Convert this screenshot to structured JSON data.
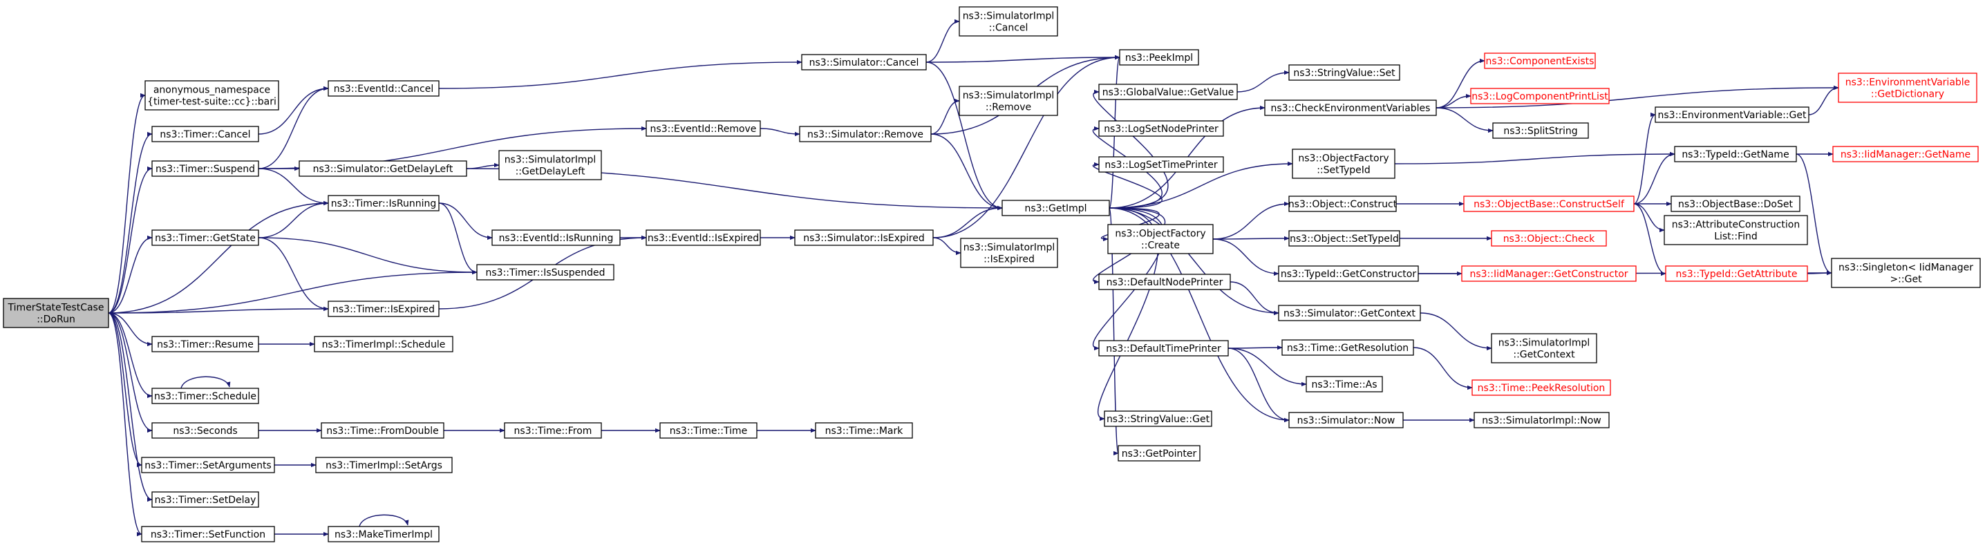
{
  "graph": {
    "edge_color": "#191970",
    "root_fill": "#bfbfbf",
    "truncated_color": "#ff0000",
    "nodes": [
      {
        "id": "root",
        "lines": [
          "TimerStateTestCase",
          "::DoRun"
        ],
        "style": "root"
      },
      {
        "id": "bari",
        "lines": [
          "anonymous_namespace",
          "{timer-test-suite::cc}::bari"
        ],
        "style": "normal"
      },
      {
        "id": "tcancel",
        "lines": [
          "ns3::Timer::Cancel"
        ],
        "style": "normal"
      },
      {
        "id": "tsuspend",
        "lines": [
          "ns3::Timer::Suspend"
        ],
        "style": "normal"
      },
      {
        "id": "tgetstate",
        "lines": [
          "ns3::Timer::GetState"
        ],
        "style": "normal"
      },
      {
        "id": "tresume",
        "lines": [
          "ns3::Timer::Resume"
        ],
        "style": "normal"
      },
      {
        "id": "tschedule",
        "lines": [
          "ns3::Timer::Schedule"
        ],
        "style": "normal"
      },
      {
        "id": "seconds",
        "lines": [
          "ns3::Seconds"
        ],
        "style": "normal"
      },
      {
        "id": "tsetargs",
        "lines": [
          "ns3::Timer::SetArguments"
        ],
        "style": "normal"
      },
      {
        "id": "tsetdelay",
        "lines": [
          "ns3::Timer::SetDelay"
        ],
        "style": "normal"
      },
      {
        "id": "tsetfunc",
        "lines": [
          "ns3::Timer::SetFunction"
        ],
        "style": "normal"
      },
      {
        "id": "evcancel",
        "lines": [
          "ns3::EventId::Cancel"
        ],
        "style": "normal"
      },
      {
        "id": "simgetdelay",
        "lines": [
          "ns3::Simulator::GetDelayLeft"
        ],
        "style": "normal"
      },
      {
        "id": "tisrunning",
        "lines": [
          "ns3::Timer::IsRunning"
        ],
        "style": "normal"
      },
      {
        "id": "tissusp",
        "lines": [
          "ns3::Timer::IsSuspended"
        ],
        "style": "normal"
      },
      {
        "id": "tisexp",
        "lines": [
          "ns3::Timer::IsExpired"
        ],
        "style": "normal"
      },
      {
        "id": "timplsched",
        "lines": [
          "ns3::TimerImpl::Schedule"
        ],
        "style": "normal"
      },
      {
        "id": "fromdouble",
        "lines": [
          "ns3::Time::FromDouble"
        ],
        "style": "normal"
      },
      {
        "id": "timplargs",
        "lines": [
          "ns3::TimerImpl::SetArgs"
        ],
        "style": "normal"
      },
      {
        "id": "maketimer",
        "lines": [
          "ns3::MakeTimerImpl"
        ],
        "style": "normal"
      },
      {
        "id": "evremove",
        "lines": [
          "ns3::EventId::Remove"
        ],
        "style": "normal"
      },
      {
        "id": "simimpldelay",
        "lines": [
          "ns3::SimulatorImpl",
          "::GetDelayLeft"
        ],
        "style": "normal"
      },
      {
        "id": "evisrunning",
        "lines": [
          "ns3::EventId::IsRunning"
        ],
        "style": "normal"
      },
      {
        "id": "evisexp",
        "lines": [
          "ns3::EventId::IsExpired"
        ],
        "style": "normal"
      },
      {
        "id": "timefrom",
        "lines": [
          "ns3::Time::From"
        ],
        "style": "normal"
      },
      {
        "id": "timetime",
        "lines": [
          "ns3::Time::Time"
        ],
        "style": "normal"
      },
      {
        "id": "timemark",
        "lines": [
          "ns3::Time::Mark"
        ],
        "style": "normal"
      },
      {
        "id": "simcancel",
        "lines": [
          "ns3::Simulator::Cancel"
        ],
        "style": "normal"
      },
      {
        "id": "simremove",
        "lines": [
          "ns3::Simulator::Remove"
        ],
        "style": "normal"
      },
      {
        "id": "simisexp",
        "lines": [
          "ns3::Simulator::IsExpired"
        ],
        "style": "normal"
      },
      {
        "id": "simimplcancel",
        "lines": [
          "ns3::SimulatorImpl",
          "::Cancel"
        ],
        "style": "normal"
      },
      {
        "id": "simimplremove",
        "lines": [
          "ns3::SimulatorImpl",
          "::Remove"
        ],
        "style": "normal"
      },
      {
        "id": "simimplisexp",
        "lines": [
          "ns3::SimulatorImpl",
          "::IsExpired"
        ],
        "style": "normal"
      },
      {
        "id": "getimpl",
        "lines": [
          "ns3::GetImpl"
        ],
        "style": "normal"
      },
      {
        "id": "peekimpl",
        "lines": [
          "ns3::PeekImpl"
        ],
        "style": "normal"
      },
      {
        "id": "gvgetvalue",
        "lines": [
          "ns3::GlobalValue::GetValue"
        ],
        "style": "normal"
      },
      {
        "id": "lognode",
        "lines": [
          "ns3::LogSetNodePrinter"
        ],
        "style": "normal"
      },
      {
        "id": "logtime",
        "lines": [
          "ns3::LogSetTimePrinter"
        ],
        "style": "normal"
      },
      {
        "id": "ofcreate",
        "lines": [
          "ns3::ObjectFactory",
          "::Create"
        ],
        "style": "normal"
      },
      {
        "id": "defnode",
        "lines": [
          "ns3::DefaultNodePrinter"
        ],
        "style": "normal"
      },
      {
        "id": "deftime",
        "lines": [
          "ns3::DefaultTimePrinter"
        ],
        "style": "normal"
      },
      {
        "id": "svget",
        "lines": [
          "ns3::StringValue::Get"
        ],
        "style": "normal"
      },
      {
        "id": "getpointer",
        "lines": [
          "ns3::GetPointer"
        ],
        "style": "normal"
      },
      {
        "id": "svset",
        "lines": [
          "ns3::StringValue::Set"
        ],
        "style": "normal"
      },
      {
        "id": "checkenv",
        "lines": [
          "ns3::CheckEnvironmentVariables"
        ],
        "style": "normal"
      },
      {
        "id": "oftypeid",
        "lines": [
          "ns3::ObjectFactory",
          "::SetTypeId"
        ],
        "style": "normal"
      },
      {
        "id": "objconstruct",
        "lines": [
          "ns3::Object::Construct"
        ],
        "style": "normal"
      },
      {
        "id": "objsettypeid",
        "lines": [
          "ns3::Object::SetTypeId"
        ],
        "style": "normal"
      },
      {
        "id": "tidgetctor",
        "lines": [
          "ns3::TypeId::GetConstructor"
        ],
        "style": "normal"
      },
      {
        "id": "simgetctx",
        "lines": [
          "ns3::Simulator::GetContext"
        ],
        "style": "normal"
      },
      {
        "id": "timegetres",
        "lines": [
          "ns3::Time::GetResolution"
        ],
        "style": "normal"
      },
      {
        "id": "timeas",
        "lines": [
          "ns3::Time::As"
        ],
        "style": "normal"
      },
      {
        "id": "simnow",
        "lines": [
          "ns3::Simulator::Now"
        ],
        "style": "normal"
      },
      {
        "id": "compexists",
        "lines": [
          "ns3::ComponentExists"
        ],
        "style": "truncated"
      },
      {
        "id": "logprintlist",
        "lines": [
          "ns3::LogComponentPrintList"
        ],
        "style": "truncated"
      },
      {
        "id": "splitstring",
        "lines": [
          "ns3::SplitString"
        ],
        "style": "normal"
      },
      {
        "id": "obconstructself",
        "lines": [
          "ns3::ObjectBase::ConstructSelf"
        ],
        "style": "truncated"
      },
      {
        "id": "objcheck",
        "lines": [
          "ns3::Object::Check"
        ],
        "style": "truncated"
      },
      {
        "id": "iidgetctor",
        "lines": [
          "ns3::IidManager::GetConstructor"
        ],
        "style": "truncated"
      },
      {
        "id": "simimplctx",
        "lines": [
          "ns3::SimulatorImpl",
          "::GetContext"
        ],
        "style": "normal"
      },
      {
        "id": "peekres",
        "lines": [
          "ns3::Time::PeekResolution"
        ],
        "style": "truncated"
      },
      {
        "id": "simimplnow",
        "lines": [
          "ns3::SimulatorImpl::Now"
        ],
        "style": "normal"
      },
      {
        "id": "envget",
        "lines": [
          "ns3::EnvironmentVariable::Get"
        ],
        "style": "normal"
      },
      {
        "id": "tidgetname",
        "lines": [
          "ns3::TypeId::GetName"
        ],
        "style": "normal"
      },
      {
        "id": "obdoset",
        "lines": [
          "ns3::ObjectBase::DoSet"
        ],
        "style": "normal"
      },
      {
        "id": "attrfind",
        "lines": [
          "ns3::AttributeConstruction",
          "List::Find"
        ],
        "style": "normal"
      },
      {
        "id": "tidgetattr",
        "lines": [
          "ns3::TypeId::GetAttribute"
        ],
        "style": "truncated"
      },
      {
        "id": "envdict",
        "lines": [
          "ns3::EnvironmentVariable",
          "::GetDictionary"
        ],
        "style": "truncated"
      },
      {
        "id": "iidgetname",
        "lines": [
          "ns3::IidManager::GetName"
        ],
        "style": "truncated"
      },
      {
        "id": "singleton",
        "lines": [
          "ns3::Singleton< IidManager",
          ">::Get"
        ],
        "style": "normal"
      }
    ]
  }
}
